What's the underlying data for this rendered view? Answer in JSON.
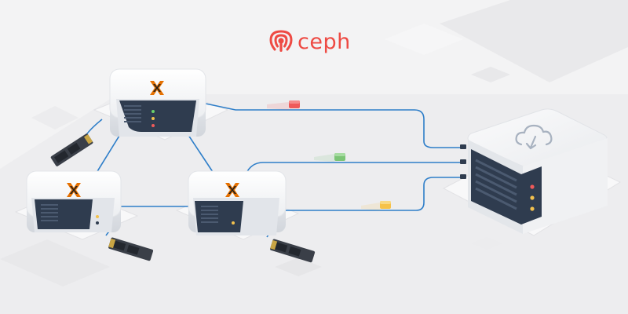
{
  "brand": {
    "name": "ceph",
    "color": "#ee4a43",
    "icon": "ceph-octopus-icon"
  },
  "colors": {
    "background": "#f3f3f4",
    "node_body": "#ffffff",
    "node_front": "#2f3c4f",
    "cable": "#2e7ec9",
    "proxmox_orange": "#e57000",
    "proxmox_dark": "#1f1f1f",
    "status_led": "#f2c14e",
    "packet_red": "#ef5a5a",
    "packet_green": "#7cc576",
    "packet_yellow": "#f6c24a"
  },
  "nodes": [
    {
      "id": "node-top",
      "icon": "proxmox-logo-icon"
    },
    {
      "id": "node-left",
      "icon": "proxmox-logo-icon"
    },
    {
      "id": "node-right",
      "icon": "proxmox-logo-icon"
    }
  ],
  "storage_server": {
    "icon": "cloud-download-icon"
  },
  "drives": [
    "nvme-ssd-icon",
    "nvme-ssd-icon",
    "nvme-ssd-icon"
  ],
  "packets": [
    "red",
    "green",
    "yellow"
  ]
}
